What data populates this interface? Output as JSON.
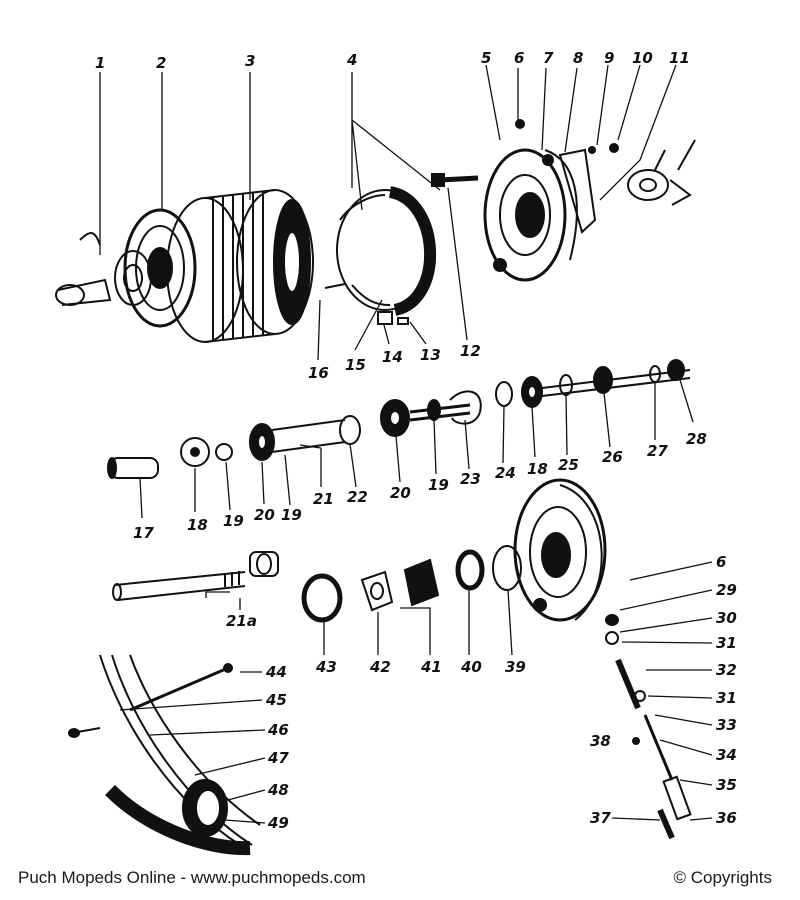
{
  "diagram": {
    "callouts": [
      "1",
      "2",
      "3",
      "4",
      "5",
      "6",
      "7",
      "8",
      "9",
      "10",
      "11",
      "12",
      "13",
      "14",
      "15",
      "16",
      "17",
      "18",
      "19",
      "20",
      "21",
      "21a",
      "22",
      "23",
      "24",
      "25",
      "26",
      "27",
      "28",
      "29",
      "30",
      "31",
      "32",
      "33",
      "34",
      "35",
      "36",
      "37",
      "38",
      "39",
      "40",
      "41",
      "42",
      "43",
      "44",
      "45",
      "46",
      "47",
      "48",
      "49"
    ],
    "repeated_callouts": [
      "6",
      "18",
      "19",
      "20",
      "31"
    ]
  },
  "footer": {
    "site": "Puch Mopeds Online - www.puchmopeds.com",
    "copyright": "© Copyrights"
  },
  "colors": {
    "ink": "#111111",
    "paper": "#ffffff"
  }
}
